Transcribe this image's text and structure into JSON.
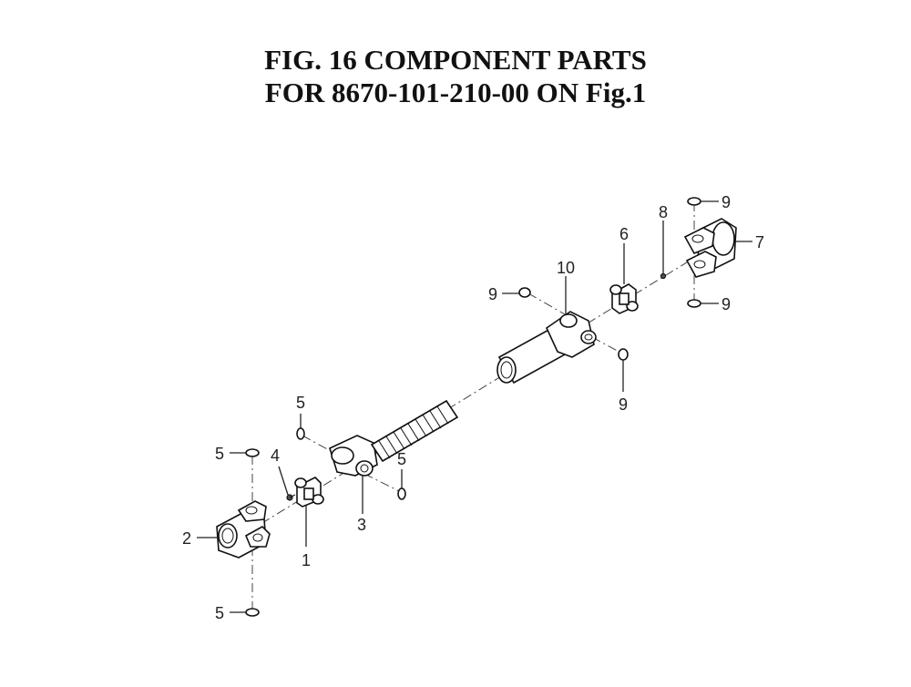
{
  "title": {
    "line1": "FIG. 16  COMPONENT PARTS",
    "line2": "FOR 8670-101-210-00 ON Fig.1"
  },
  "callouts": {
    "c1": "1",
    "c2": "2",
    "c3": "3",
    "c4": "4",
    "c5a": "5",
    "c5b": "5",
    "c5c": "5",
    "c5d": "5",
    "c6": "6",
    "c7": "7",
    "c8": "8",
    "c9a": "9",
    "c9b": "9",
    "c9c": "9",
    "c9d": "9",
    "c10": "10"
  }
}
